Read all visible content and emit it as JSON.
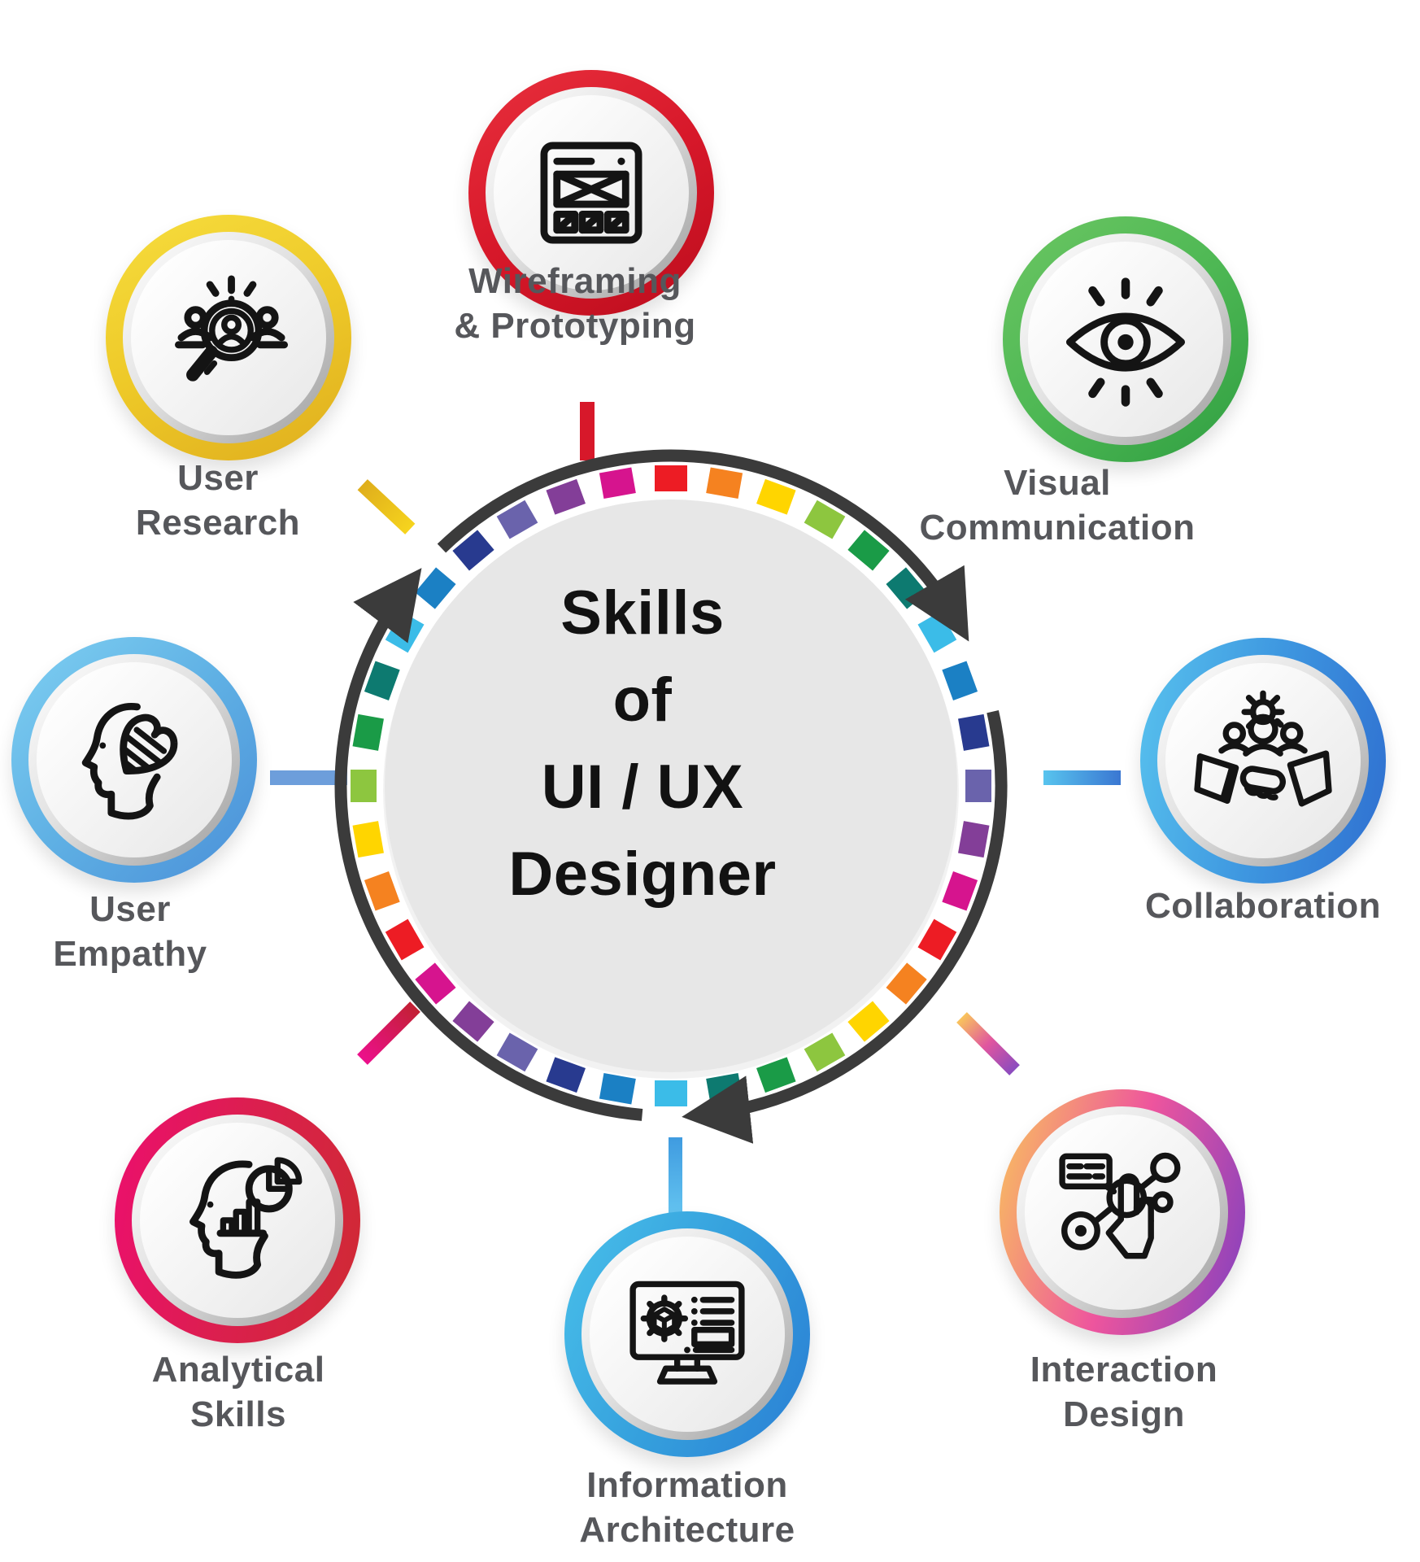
{
  "title": {
    "lines": [
      "Skills",
      "of",
      "UI / UX",
      "Designer"
    ]
  },
  "center_ring": {
    "inner_fill": "#e7e7e7",
    "arrow_color": "#3b3b3b",
    "dash_count": 36,
    "dash_colors": [
      "#ed1c24",
      "#f58220",
      "#ffd500",
      "#8dc63f",
      "#1a9b47",
      "#0d7a70",
      "#3bbce8",
      "#1b80c4",
      "#283a8f",
      "#6a63ac",
      "#833e98",
      "#d6148e"
    ]
  },
  "nodes": [
    {
      "id": "wireframing",
      "label_lines": [
        "Wireframing",
        "& Prototyping"
      ],
      "icon": "wireframe-icon",
      "ring_angle": 150,
      "ring_stops": [
        "#e8303d",
        "#d7182a",
        "#bc0d1d"
      ]
    },
    {
      "id": "visual-communication",
      "label_lines": [
        "Visual",
        "Communication"
      ],
      "icon": "eye-icon",
      "ring_angle": 140,
      "ring_stops": [
        "#6cc663",
        "#4eb854",
        "#2f9e41"
      ]
    },
    {
      "id": "collaboration",
      "label_lines": [
        "Collaboration"
      ],
      "icon": "handshake-icon",
      "ring_angle": 100,
      "ring_stops": [
        "#58c2ee",
        "#3e97e0",
        "#2f6fd0"
      ]
    },
    {
      "id": "interaction-design",
      "label_lines": [
        "Interaction",
        "Design"
      ],
      "icon": "touch-gesture-icon",
      "ring_angle": 105,
      "ring_stops": [
        "#f9c45c",
        "#ee559d",
        "#8040c0"
      ]
    },
    {
      "id": "information-architecture",
      "label_lines": [
        "Information",
        "Architecture"
      ],
      "icon": "monitor-gear-icon",
      "ring_angle": 115,
      "ring_stops": [
        "#49c0ea",
        "#35a0dd",
        "#2a7fd4"
      ]
    },
    {
      "id": "analytical-skills",
      "label_lines": [
        "Analytical",
        "Skills"
      ],
      "icon": "head-chart-icon",
      "ring_angle": 100,
      "ring_stops": [
        "#ec0f6e",
        "#db1f4e",
        "#cf2a33"
      ]
    },
    {
      "id": "user-empathy",
      "label_lines": [
        "User",
        "Empathy"
      ],
      "icon": "head-heart-icon",
      "ring_angle": 135,
      "ring_stops": [
        "#7fd0f2",
        "#5fb0e4",
        "#4a8fd8"
      ]
    },
    {
      "id": "user-research",
      "label_lines": [
        "User",
        "Research"
      ],
      "icon": "magnifier-people-icon",
      "ring_angle": 155,
      "ring_stops": [
        "#f6dd3e",
        "#eec928",
        "#dfae1e"
      ]
    }
  ],
  "connectors": {
    "top": {
      "colors": [
        "#d7182a",
        "#d7182a"
      ]
    },
    "top_left": {
      "colors": [
        "#dfae1b",
        "#f6d41e"
      ]
    },
    "left": {
      "colors": [
        "#6d9edb",
        "#6d9edb"
      ]
    },
    "right": {
      "colors": [
        "#58c4ee",
        "#3a77d2"
      ]
    },
    "bottom": {
      "colors": [
        "#3f9be0",
        "#63c3f0"
      ]
    },
    "bottom_left": {
      "colors": [
        "#ec108c",
        "#c22033"
      ]
    },
    "bottom_right": {
      "colors": [
        "#f9c45c",
        "#e0569f",
        "#8a4bbf"
      ]
    }
  }
}
